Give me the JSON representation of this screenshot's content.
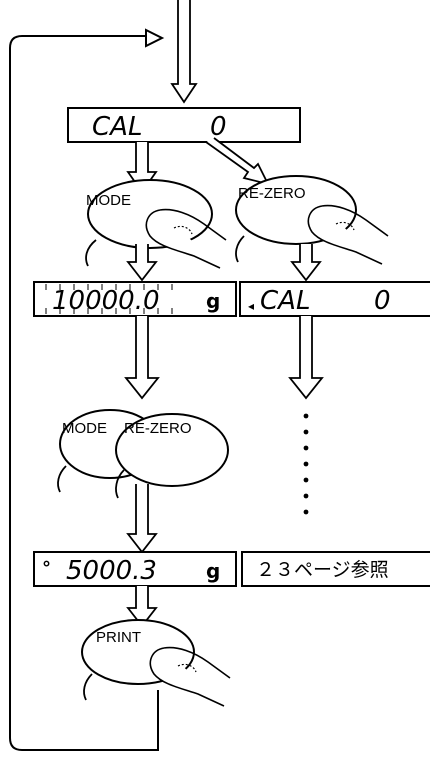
{
  "displays": {
    "cal_zero": {
      "code": "CAL",
      "value": "0"
    },
    "cal_weight": {
      "value": "10000.0",
      "unit": "g"
    },
    "cal_zero_repeat": {
      "mark": "◂",
      "code": "CAL",
      "value": "0"
    },
    "measured": {
      "mark": "°",
      "value": "5000.3",
      "unit": "g"
    }
  },
  "keys": {
    "mode": "MODE",
    "rezero": "RE-ZERO",
    "print": "PRINT"
  },
  "reference": {
    "text": "２３ページ参照"
  },
  "colors": {
    "line": "#000000",
    "background": "#ffffff"
  }
}
